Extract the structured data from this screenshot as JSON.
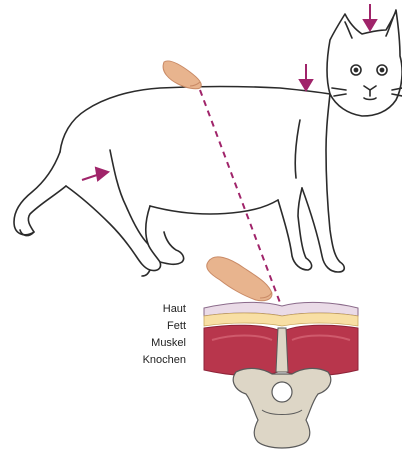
{
  "layers": [
    {
      "label": "Haut"
    },
    {
      "label": "Fett"
    },
    {
      "label": "Muskel"
    },
    {
      "label": "Knochen"
    }
  ],
  "colors": {
    "outline": "#2b2b2b",
    "arrow": "#a0246a",
    "dashed_line": "#a0246a",
    "finger": "#e8b48e",
    "finger_shade": "#c98a66",
    "skin": "#eadbe7",
    "fat": "#f8dfa4",
    "muscle": "#b8364c",
    "muscle_dark": "#8e2338",
    "bone": "#ddd6c6",
    "bone_outline": "#5a5a5a"
  },
  "icons": [
    "finger-icon",
    "cat-illustration",
    "arrow-icon"
  ]
}
